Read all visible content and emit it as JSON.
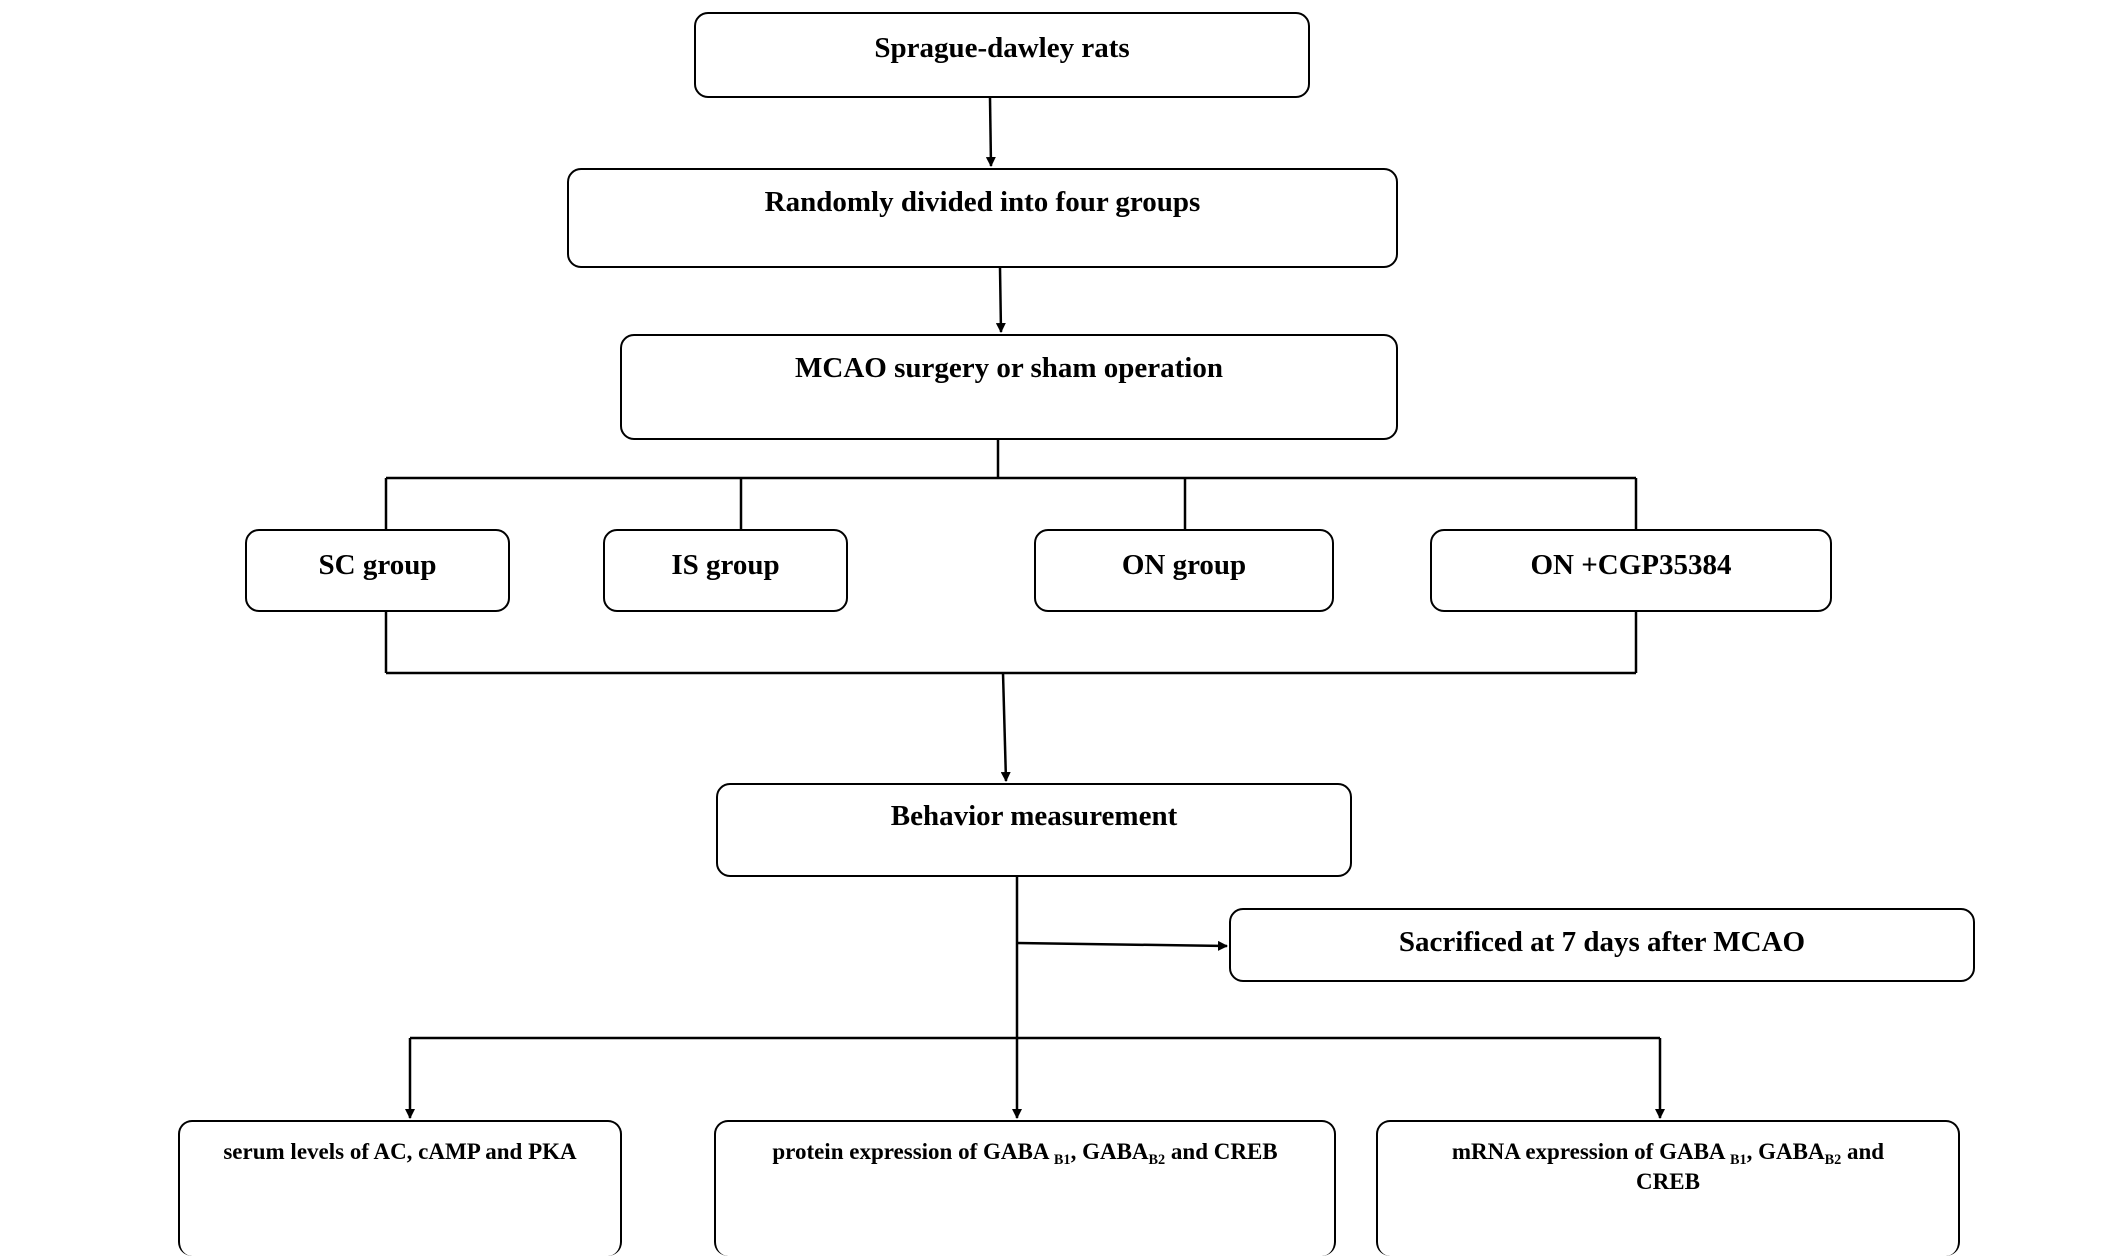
{
  "flowchart": {
    "start": "Sprague-dawley rats",
    "randomize": "Randomly divided into four groups",
    "surgery": "MCAO surgery or sham operation",
    "groups": [
      "SC group",
      "IS group",
      "ON group",
      "ON +CGP35384"
    ],
    "behavior": "Behavior measurement",
    "sacrifice": "Sacrificed at 7 days after MCAO",
    "outcomes": {
      "serum": "serum levels of AC, cAMP and PKA",
      "protein": {
        "prefix": "protein expression of GABA ",
        "sub1": "B1",
        "mid": ", GABA",
        "sub2": "B2",
        "suffix": " and CREB"
      },
      "mrna": {
        "prefix": "mRNA expression of GABA ",
        "sub1": "B1",
        "mid": ", GABA",
        "sub2": "B2",
        "suffix": " and CREB"
      }
    }
  },
  "colors": {
    "line": "#000000",
    "box_border": "#000000",
    "background": "#ffffff"
  }
}
